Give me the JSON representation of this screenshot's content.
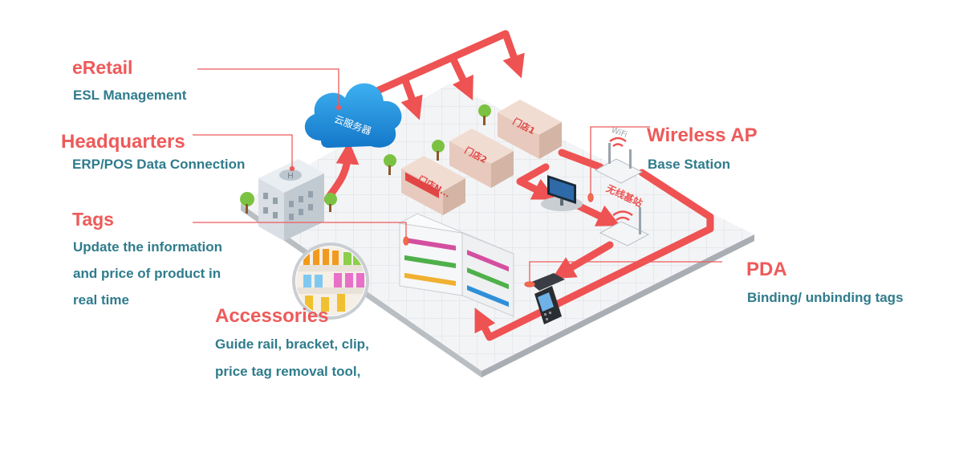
{
  "labels": {
    "eretail": {
      "title": "eRetail",
      "sub": "ESL Management"
    },
    "headquarters": {
      "title": "Headquarters",
      "sub": "ERP/POS Data Connection"
    },
    "tags": {
      "title": "Tags",
      "lines": [
        "Update the information",
        "and price of product in",
        "real time"
      ]
    },
    "accessories": {
      "title": "Accessories",
      "lines": [
        "Guide rail, bracket, clip,",
        "price tag removal tool,"
      ]
    },
    "wireless_ap": {
      "title": "Wireless AP",
      "sub": "Base Station"
    },
    "pda": {
      "title": "PDA",
      "sub": "Binding/ unbinding tags"
    }
  },
  "scene_text": {
    "cloud": "云服务器",
    "store1": "门店1",
    "store2": "门店2",
    "storeN": "门店N...",
    "wifi": "WiFi",
    "base_station": "无线基站"
  },
  "colors": {
    "title": "#ee5a5a",
    "subtitle": "#2f7c8c",
    "arrow": "#ee5252",
    "cloud": "#1c93dc",
    "platform": "#eef0f2",
    "grid": "#d8dcdf"
  },
  "icons": [
    "cloud-server-icon",
    "headquarters-building-icon",
    "store-icon",
    "tree-icon",
    "monitor-icon",
    "router-icon",
    "shelf-icon",
    "pda-scanner-icon"
  ]
}
